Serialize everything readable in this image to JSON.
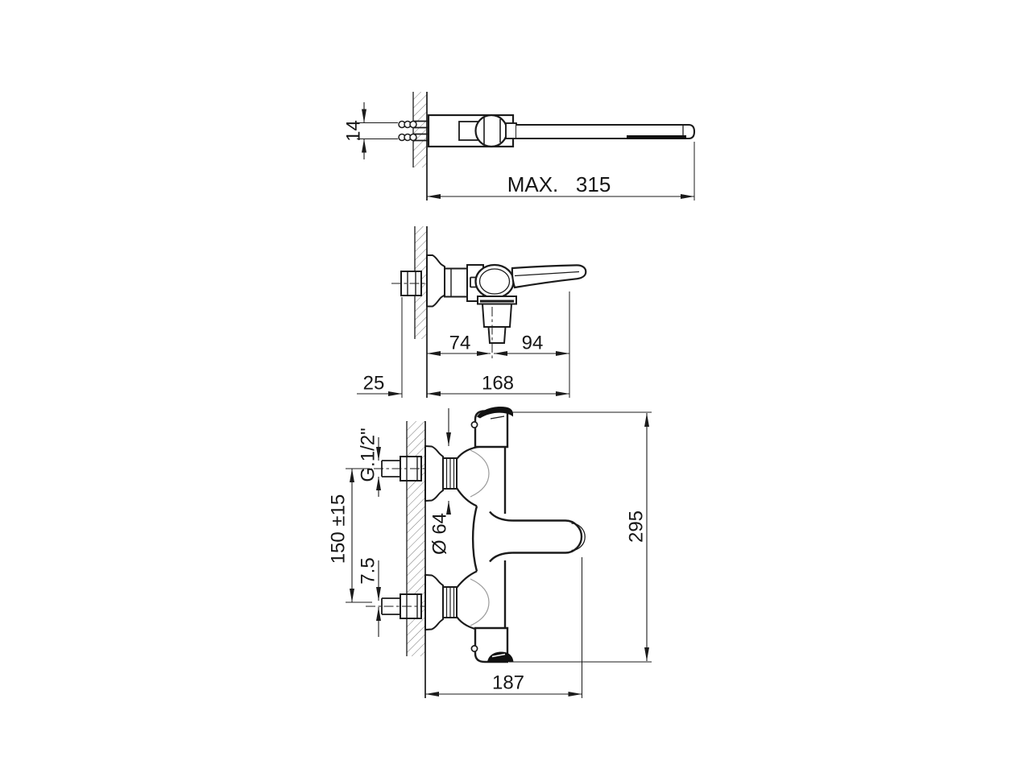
{
  "document": {
    "type": "technical-drawing",
    "subject": "wall-mounted bath mixer tap, three orthographic views with dimensions",
    "background": "#ffffff",
    "line_color": "#1b1b1b",
    "hatch_color": "#777777",
    "light_line_color": "#9a9a9a"
  },
  "views": {
    "top": {
      "label": "top-view",
      "dimensions": {
        "inlet_spacing": "14",
        "max_projection": "MAX.   315"
      }
    },
    "side": {
      "label": "side-view",
      "dimensions": {
        "wall_to_spout_center": "74",
        "spout_center_to_handle_tip": "94",
        "wall_to_handle_tip_total": "168",
        "shutoff_projection": "25"
      }
    },
    "front": {
      "label": "front-view",
      "dimensions": {
        "connection_thread": "G.1/2\"",
        "inlet_center_distance": "150 ±15",
        "eccentric_offset": "7.5",
        "rosette_diameter": "Ø 64",
        "overall_width": "295",
        "spout_projection": "187"
      }
    }
  }
}
